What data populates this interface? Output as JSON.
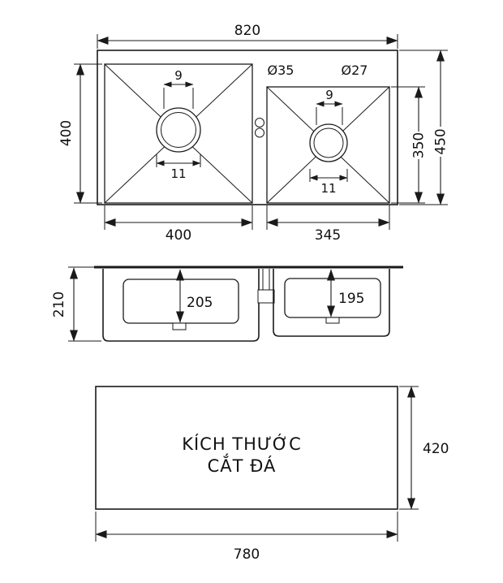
{
  "page": {
    "background": "#ffffff",
    "line_color": "#1a1a1a"
  },
  "top_view": {
    "dim_overall_width": "820",
    "dim_left_bowl_height": "400",
    "dim_right_bowl_height": "350",
    "dim_overall_height": "450",
    "dim_left_bowl_width": "400",
    "dim_right_bowl_width": "345",
    "label_left_drain_diameter": "Ø35",
    "label_right_drain_diameter": "Ø27",
    "dim_left_drain_top": "9",
    "dim_left_drain_bottom": "11",
    "dim_right_drain_top": "9",
    "dim_right_drain_bottom": "11"
  },
  "section_view": {
    "dim_overall_depth": "210",
    "dim_left_bowl_depth": "205",
    "dim_right_bowl_depth": "195"
  },
  "cutout_view": {
    "caption_line1": "KÍCH THƯỚC",
    "caption_line2": "CẮT ĐÁ",
    "dim_cutout_height": "420",
    "dim_cutout_width": "780"
  }
}
